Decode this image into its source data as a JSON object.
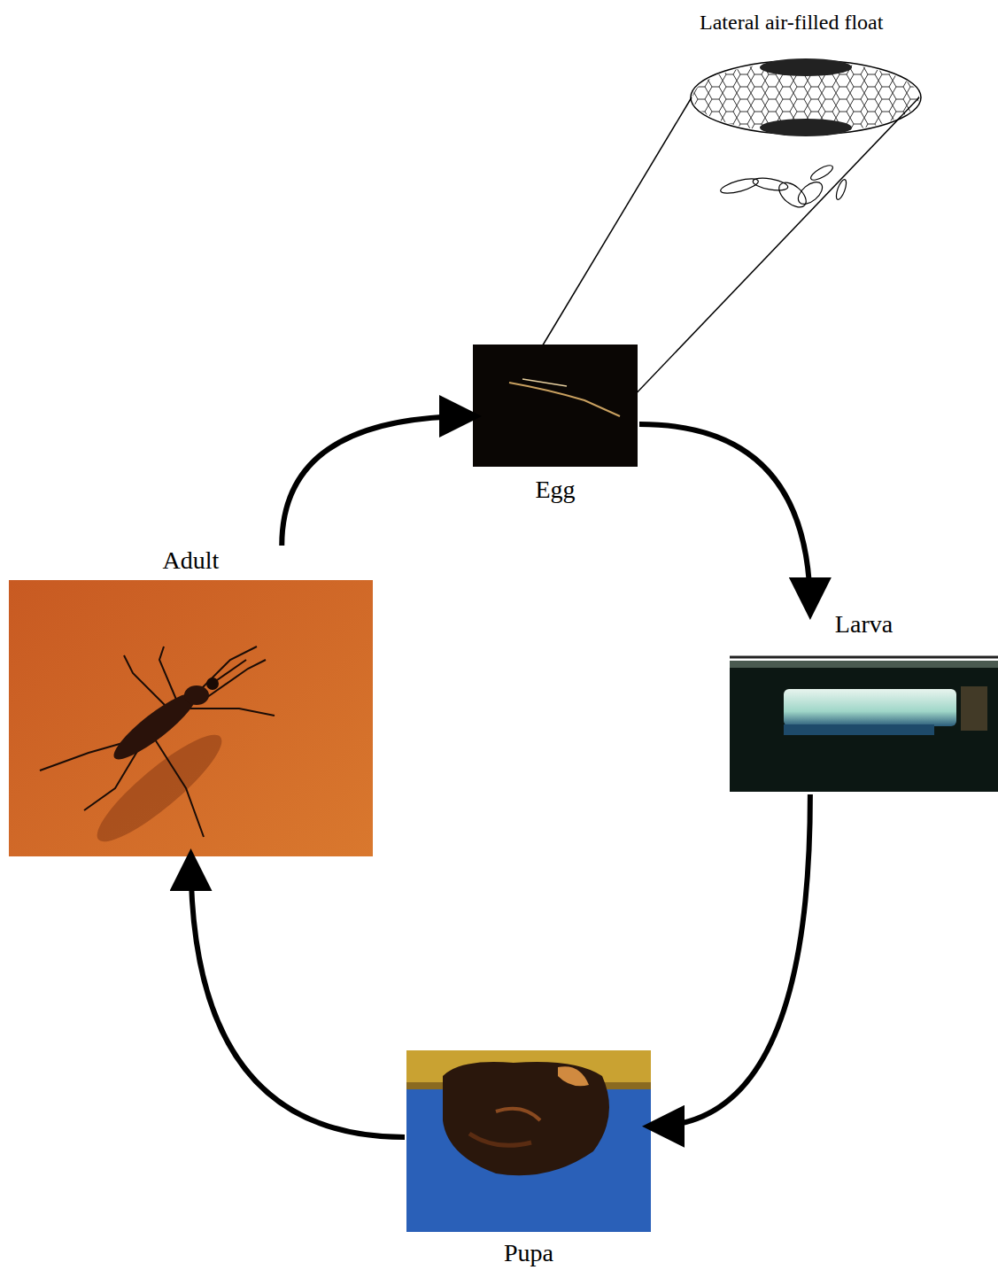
{
  "diagram": {
    "nodes": [
      {
        "text": [
          "Egg"
        ]
      },
      {
        "text": [
          "Adult"
        ]
      },
      {
        "text": [
          "Larva"
        ]
      },
      {
        "text": [
          "Pupa"
        ]
      }
    ],
    "edges": [
      {
        "from": 0,
        "to": 2,
        "arrow": "to"
      },
      {
        "from": 2,
        "to": 3,
        "arrow": "to"
      },
      {
        "from": 3,
        "to": 1,
        "arrow": "to"
      },
      {
        "from": 1,
        "to": 0,
        "arrow": "to"
      }
    ],
    "labels": [
      "Lateral air-filled float"
    ]
  }
}
